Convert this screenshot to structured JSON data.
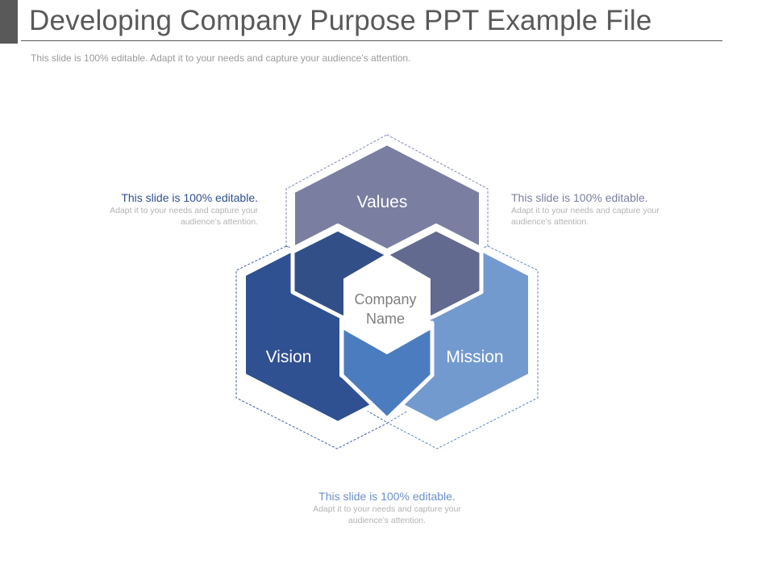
{
  "header": {
    "title": "Developing Company Purpose PPT Example File",
    "subtitle": "This slide is 100% editable. Adapt it to your needs and capture your audience’s attention."
  },
  "diagram": {
    "center_label_line1": "Company",
    "center_label_line2": "Name",
    "hexagons": [
      {
        "label": "Values",
        "color": "#7a7fa1"
      },
      {
        "label": "Vision",
        "color": "#2f5091"
      },
      {
        "label": "Mission",
        "color": "#739acf"
      }
    ],
    "overlap_colors": {
      "values_vision": "#334f88",
      "values_mission": "#636a90",
      "vision_mission": "#4b7cc0"
    }
  },
  "notes": {
    "left": {
      "heading": "This slide is 100% editable.",
      "body": "Adapt it to your needs and capture your audience’s attention."
    },
    "right": {
      "heading": "This slide is 100% editable.",
      "body": "Adapt it to your needs and capture your audience’s attention."
    },
    "bottom": {
      "heading": "This slide is 100% editable.",
      "body": "Adapt it to your needs and capture your audience’s attention."
    }
  }
}
